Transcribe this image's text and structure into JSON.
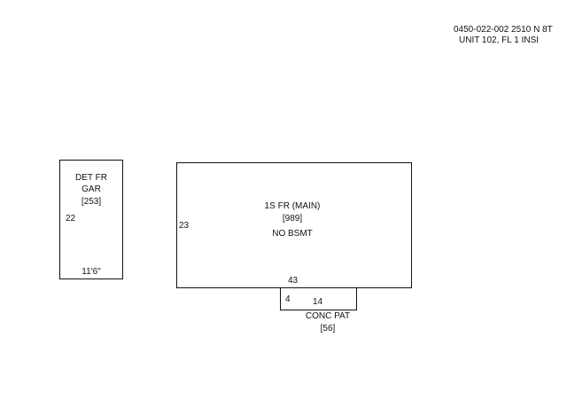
{
  "header": {
    "parcel_line": "0450-022-002   2510 N 8T",
    "unit_line": "UNIT 102, FL 1 INSI"
  },
  "garage": {
    "name_line1": "DET FR",
    "name_line2": "GAR",
    "area": "[253]",
    "side_dim": "22",
    "bottom_dim": "11'6\""
  },
  "main": {
    "name": "1S FR (MAIN)",
    "area": "[989]",
    "note": "NO BSMT",
    "side_dim": "23",
    "bottom_dim": "43"
  },
  "patio": {
    "side_dim": "4",
    "width_dim": "14",
    "name": "CONC PAT",
    "area": "[56]"
  }
}
